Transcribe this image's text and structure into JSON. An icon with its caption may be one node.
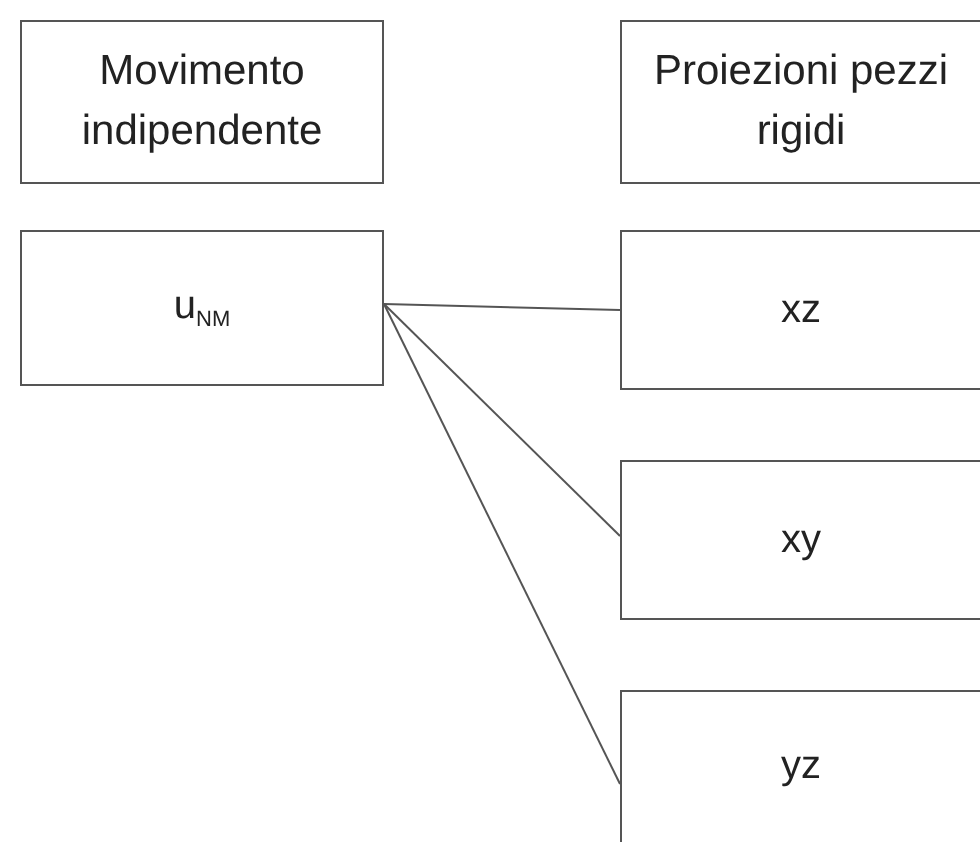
{
  "diagram": {
    "nodes": [
      {
        "text": [
          "Movimento indipendente"
        ]
      },
      {
        "text": [
          "Proiezioni pezzi rigidi"
        ]
      },
      {
        "text": [
          "u$_{NM}$"
        ]
      },
      {
        "text": [
          "xz"
        ]
      },
      {
        "text": [
          "xy"
        ]
      },
      {
        "text": [
          "yz"
        ]
      }
    ],
    "edges": [
      {
        "from": 2,
        "to": 3,
        "arrow": "none"
      },
      {
        "from": 2,
        "to": 4,
        "arrow": "none"
      },
      {
        "from": 2,
        "to": 5,
        "arrow": "none"
      }
    ]
  }
}
